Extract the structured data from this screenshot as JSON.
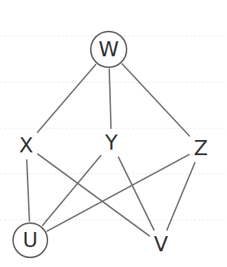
{
  "diagram": {
    "nodes": [
      {
        "text": [
          "W"
        ]
      },
      {
        "text": [
          "X"
        ]
      },
      {
        "text": [
          "Y"
        ]
      },
      {
        "text": [
          "Z"
        ]
      },
      {
        "text": [
          "U"
        ]
      },
      {
        "text": [
          "V"
        ]
      }
    ],
    "edges": [
      {
        "from": 0,
        "to": 1,
        "arrow": "none"
      },
      {
        "from": 0,
        "to": 2,
        "arrow": "none"
      },
      {
        "from": 0,
        "to": 3,
        "arrow": "none"
      },
      {
        "from": 1,
        "to": 4,
        "arrow": "none"
      },
      {
        "from": 2,
        "to": 4,
        "arrow": "none"
      },
      {
        "from": 4,
        "to": 3,
        "arrow": "none"
      },
      {
        "from": 1,
        "to": 5,
        "arrow": "none"
      },
      {
        "from": 2,
        "to": 5,
        "arrow": "none"
      },
      {
        "from": 3,
        "to": 5,
        "arrow": "none"
      }
    ]
  }
}
